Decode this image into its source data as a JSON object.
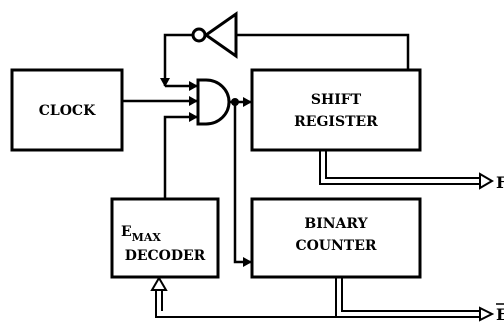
{
  "blocks": {
    "clock": {
      "label": "CLOCK"
    },
    "shift_register": {
      "line1": "SHIFT",
      "line2": "REGISTER"
    },
    "binary_counter": {
      "line1": "BINARY",
      "line2": "COUNTER"
    },
    "emax_decoder": {
      "e": "E",
      "sub": "MAX",
      "line2": "DECODER"
    }
  },
  "outputs": {
    "shift_output_label": "F",
    "counter_output_label": "E"
  },
  "colors": {
    "ink": "#000000",
    "background": "#ffffff"
  },
  "icons": [
    "inverter-icon",
    "and-gate-icon",
    "arrowhead-icon"
  ]
}
